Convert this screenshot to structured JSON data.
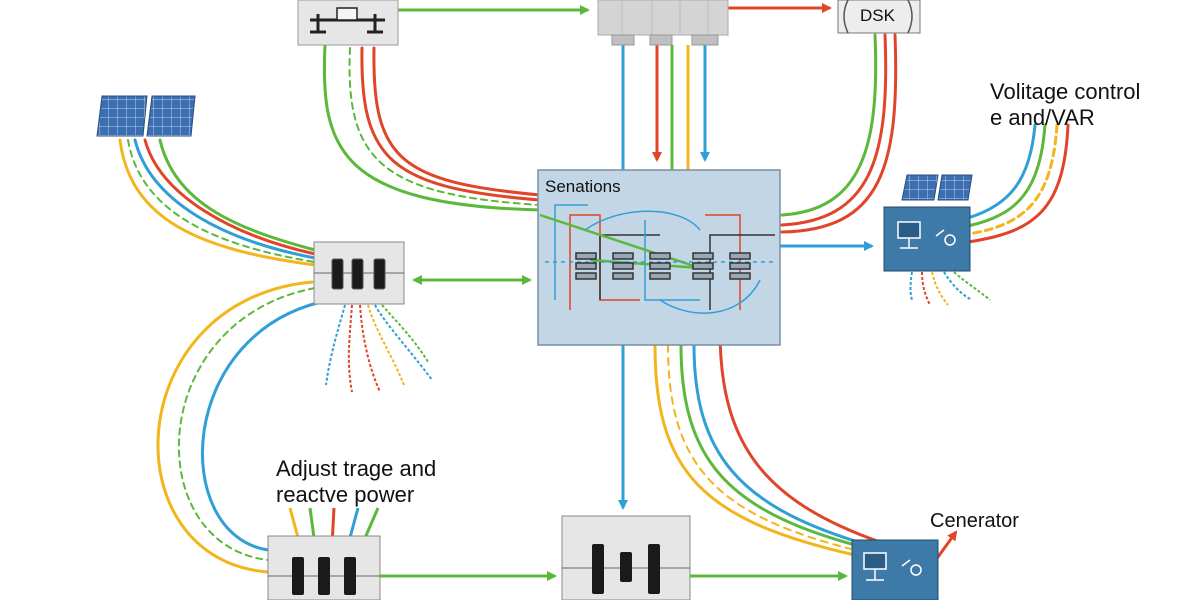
{
  "labels": {
    "dsk": "DSK",
    "center_box": "Senations",
    "voltage_control_line1": "Volitage control",
    "voltage_control_line2": "e and/VAR",
    "adjust_line1": "Adjust trage and",
    "adjust_line2": "reactve power",
    "generation": "Cenerator"
  },
  "colors": {
    "green": "#5cb83a",
    "red": "#e0452a",
    "blue": "#2f9fd6",
    "yellow": "#f2b51b",
    "box_light_blue": "#c3d6e6",
    "device_blue": "#3e7aa8",
    "device_gray": "#e6e6e6",
    "panel_blue": "#3b6fb2"
  },
  "icons": [
    "solar-panel-icon",
    "switchgear-icon",
    "inverter-icon",
    "arrow-icon"
  ]
}
